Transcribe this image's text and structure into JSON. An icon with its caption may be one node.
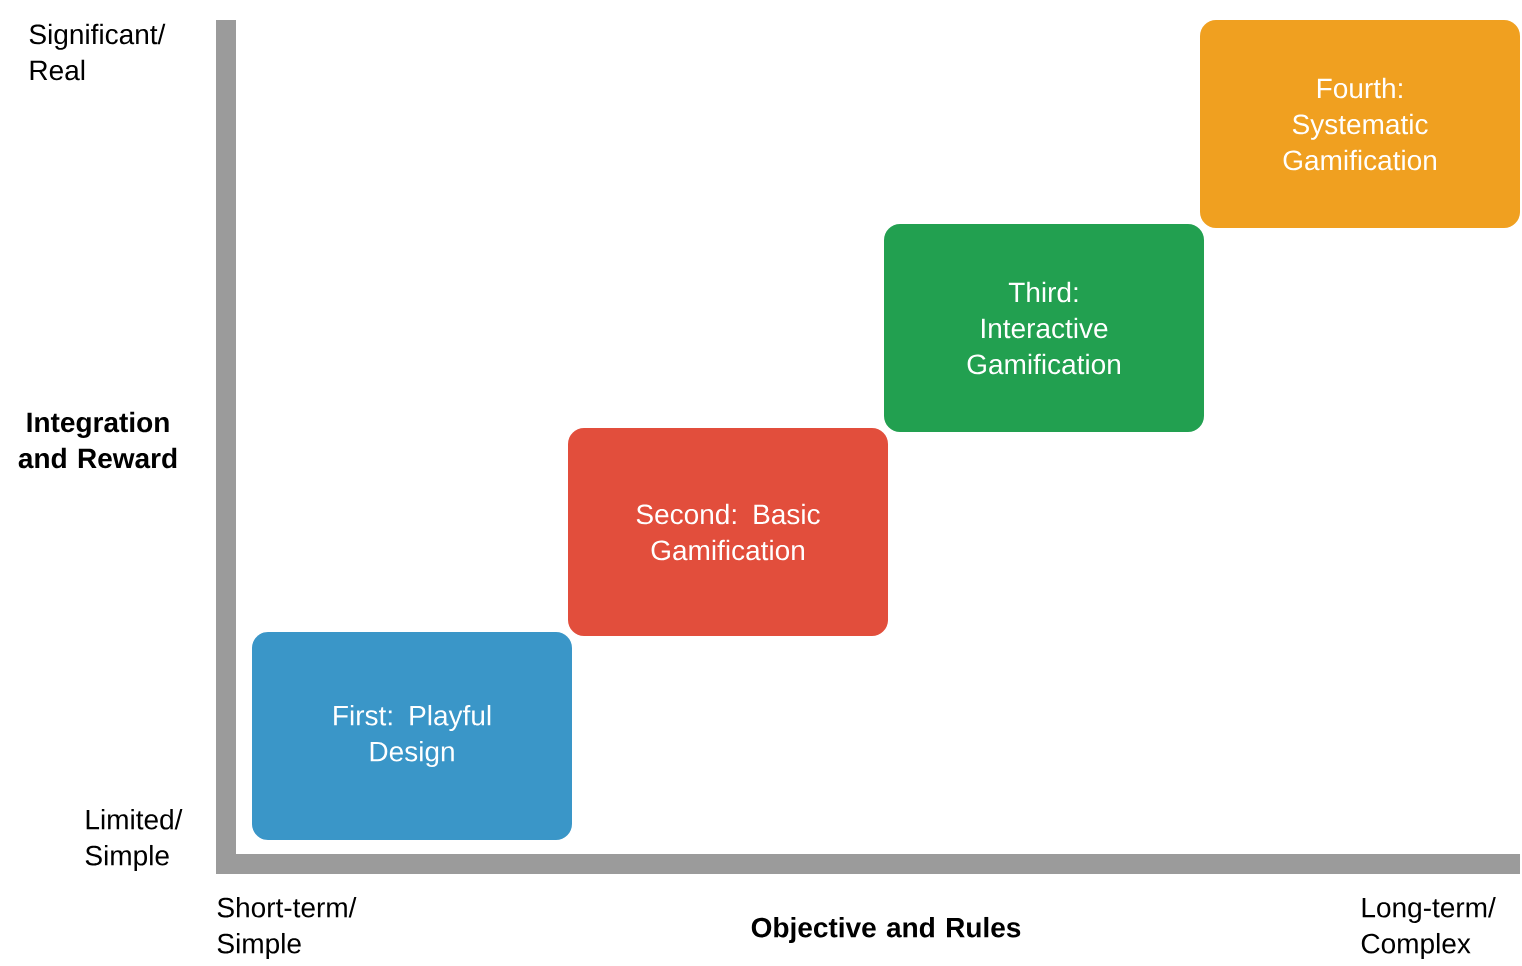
{
  "diagram": {
    "nodes": [
      {
        "text": [
          "First: Playful Design"
        ]
      },
      {
        "text": [
          "Second: Basic Gamification"
        ]
      },
      {
        "text": [
          "Third: Interactive Gamification"
        ]
      },
      {
        "text": [
          "Fourth: Systematic Gamification"
        ]
      }
    ],
    "labels": [
      "Significant/ Real",
      "Integration and Reward",
      "Limited/ Simple",
      "Short-term/ Simple",
      "Objective and Rules",
      "Long-term/ Complex"
    ]
  }
}
